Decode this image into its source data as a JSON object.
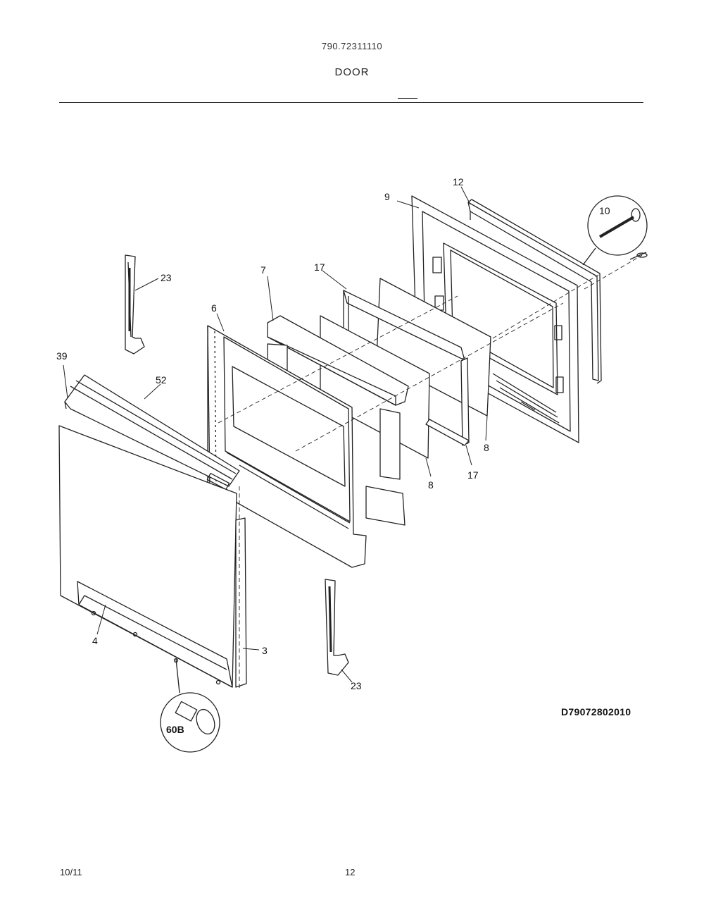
{
  "header": {
    "model_number": "790.72311110",
    "title": "DOOR"
  },
  "diagram": {
    "id": "D79072802010",
    "callouts": {
      "hinge_top_left": "23",
      "hinge_bottom": "23",
      "handle_end": "39",
      "handle": "52",
      "outer_door_frame": "4",
      "door_trim": "3",
      "inner_frame": "6",
      "insulation": "7",
      "glass_front": "8",
      "glass_rear": "8",
      "glass_pack_front": "17",
      "glass_pack_rear": "17",
      "inner_door_liner": "9",
      "gasket": "12",
      "screw_pin": "10",
      "screw": "60B"
    }
  },
  "footer": {
    "date": "10/11",
    "page_number": "12"
  }
}
